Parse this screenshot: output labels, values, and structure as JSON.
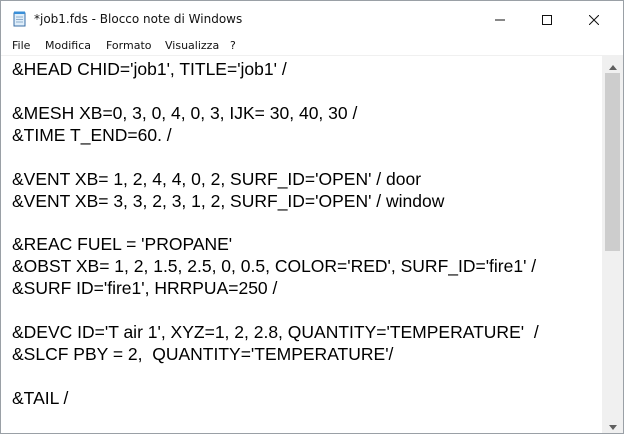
{
  "window": {
    "title": "*job1.fds - Blocco note di Windows",
    "app_icon": "notepad-icon",
    "controls": {
      "minimize_icon": "minimize-icon",
      "maximize_icon": "maximize-icon",
      "close_icon": "close-icon"
    }
  },
  "menu": {
    "items": [
      {
        "label": "File"
      },
      {
        "label": "Modifica"
      },
      {
        "label": "Formato"
      },
      {
        "label": "Visualizza"
      },
      {
        "label": "?"
      }
    ]
  },
  "editor": {
    "lines": [
      "&HEAD CHID='job1', TITLE='job1' /",
      "",
      "&MESH XB=0, 3, 0, 4, 0, 3, IJK= 30, 40, 30 /",
      "&TIME T_END=60. /",
      "",
      "&VENT XB= 1, 2, 4, 4, 0, 2, SURF_ID='OPEN' / door",
      "&VENT XB= 3, 3, 2, 3, 1, 2, SURF_ID='OPEN' / window",
      "",
      "&REAC FUEL = 'PROPANE'",
      "&OBST XB= 1, 2, 1.5, 2.5, 0, 0.5, COLOR='RED', SURF_ID='fire1' /",
      "&SURF ID='fire1', HRRPUA=250 /",
      "",
      "&DEVC ID='T air 1', XYZ=1, 2, 2.8, QUANTITY='TEMPERATURE'  /",
      "&SLCF PBY = 2,  QUANTITY='TEMPERATURE'/",
      "",
      "&TAIL /"
    ]
  },
  "scrollbar": {
    "scroll_position": 0,
    "visible_fraction": 0.52,
    "up_icon": "scroll-up-arrow-icon",
    "down_icon": "scroll-down-arrow-icon"
  }
}
